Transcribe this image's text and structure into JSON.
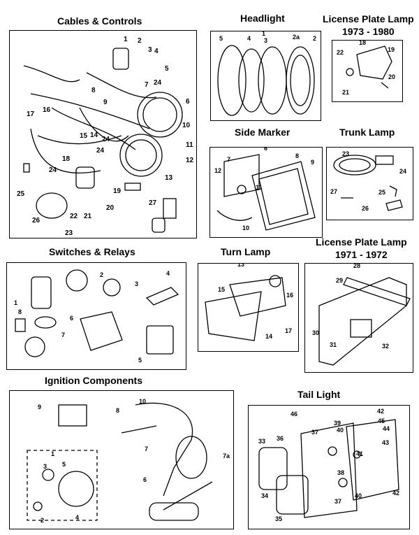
{
  "sections": {
    "cables": {
      "title": "Cables & Controls",
      "labels": [
        "1",
        "2",
        "3",
        "4",
        "5",
        "6",
        "7",
        "8",
        "9",
        "10",
        "11",
        "12",
        "13",
        "14",
        "15",
        "16",
        "17",
        "18",
        "19",
        "20",
        "21",
        "22",
        "23",
        "24",
        "24",
        "24",
        "24",
        "25",
        "26",
        "27"
      ]
    },
    "headlight": {
      "title": "Headlight",
      "labels": [
        "1",
        "2",
        "2a",
        "3",
        "4",
        "5"
      ]
    },
    "lic7380": {
      "title_line1": "License Plate Lamp",
      "title_line2": "1973 - 1980",
      "labels": [
        "18",
        "19",
        "20",
        "21",
        "22"
      ]
    },
    "sidemarker": {
      "title": "Side Marker",
      "labels": [
        "6",
        "7",
        "8",
        "9",
        "10",
        "11",
        "12"
      ]
    },
    "trunk": {
      "title": "Trunk Lamp",
      "labels": [
        "23",
        "24",
        "25",
        "26",
        "27"
      ]
    },
    "switches": {
      "title": "Switches & Relays",
      "labels": [
        "1",
        "2",
        "3",
        "4",
        "5",
        "6",
        "7",
        "8"
      ]
    },
    "turn": {
      "title": "Turn Lamp",
      "labels": [
        "13",
        "14",
        "15",
        "16",
        "17"
      ]
    },
    "lic7172": {
      "title_line1": "License Plate Lamp",
      "title_line2": "1971 - 1972",
      "labels": [
        "28",
        "29",
        "30",
        "31",
        "32"
      ]
    },
    "ignition": {
      "title": "Ignition Components",
      "labels": [
        "1",
        "2",
        "3",
        "4",
        "5",
        "6",
        "7",
        "7a",
        "8",
        "9",
        "10"
      ]
    },
    "tail": {
      "title": "Tail Light",
      "labels": [
        "33",
        "34",
        "35",
        "36",
        "37",
        "37",
        "38",
        "39",
        "40",
        "40",
        "41",
        "42",
        "42",
        "43",
        "44",
        "45",
        "46"
      ]
    }
  }
}
